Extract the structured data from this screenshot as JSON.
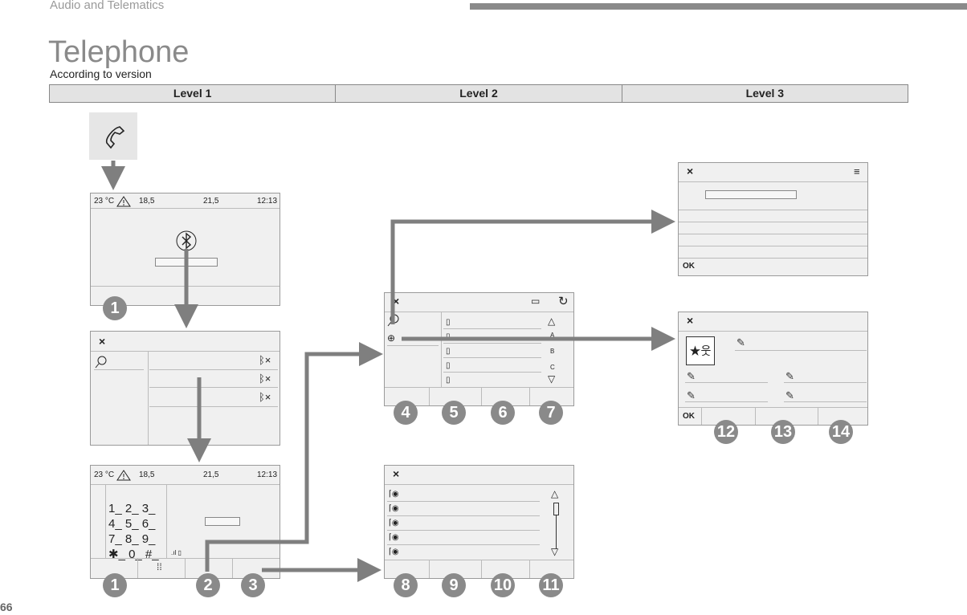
{
  "header": {
    "section": "Audio and Telematics"
  },
  "page": {
    "title": "Telephone",
    "subtitle": "According to version",
    "number": "66"
  },
  "levels": [
    "Level 1",
    "Level 2",
    "Level 3"
  ],
  "status_bar": {
    "temp": "23 °C",
    "left_value": "18,5",
    "right_value": "21,5",
    "time": "12:13"
  },
  "keypad": {
    "row1": "1_ 2_ 3_",
    "row2": "4_ 5_ 6_",
    "row3": "7_ 8_ 9_",
    "row4": "✱_ 0_ #_"
  },
  "alphabet": [
    "A",
    "B",
    "C"
  ],
  "ok_label": "OK",
  "badges": [
    "1",
    "1",
    "2",
    "3",
    "4",
    "5",
    "6",
    "7",
    "8",
    "9",
    "10",
    "11",
    "12",
    "13",
    "14"
  ],
  "colors": {
    "arrow": "#7f7f7f",
    "badge": "#8a8a8a",
    "screen_bg": "#f0f0f0",
    "level_bar": "#e3e3e3"
  },
  "icons": [
    "phone-handset-icon",
    "bluetooth-icon",
    "warning-icon",
    "close-icon",
    "search-icon",
    "add-icon",
    "refresh-icon",
    "contact-card-icon",
    "menu-icon",
    "contact-avatar-icon",
    "pencil-icon",
    "call-log-icon",
    "keypad-icon"
  ]
}
